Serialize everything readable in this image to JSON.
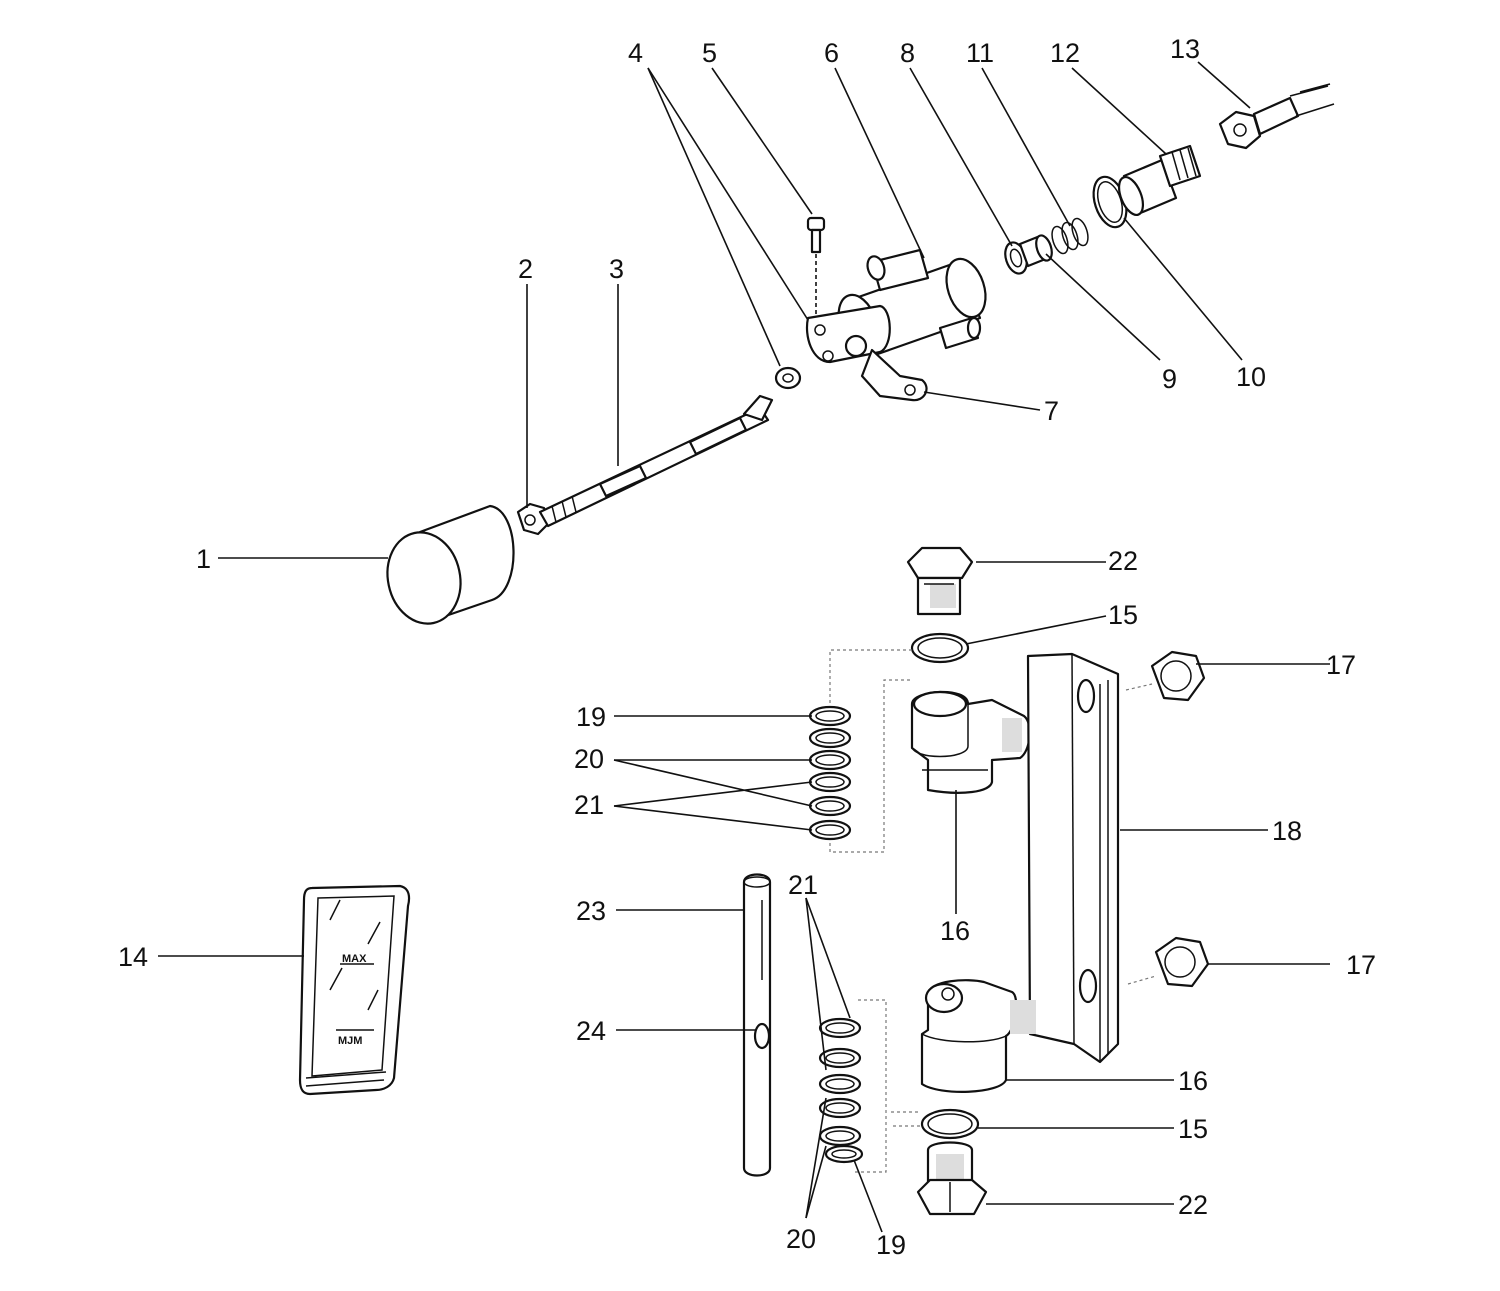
{
  "labels": {
    "p1": "1",
    "p2": "2",
    "p3": "3",
    "p4": "4",
    "p5": "5",
    "p6": "6",
    "p7": "7",
    "p8": "8",
    "p9": "9",
    "p10": "10",
    "p11": "11",
    "p12": "12",
    "p13": "13",
    "p14": "14",
    "p15a": "15",
    "p15b": "15",
    "p16a": "16",
    "p16b": "16",
    "p17a": "17",
    "p17b": "17",
    "p18": "18",
    "p19a": "19",
    "p19b": "19",
    "p20a": "20",
    "p20b": "20",
    "p21a": "21",
    "p21b": "21",
    "p22a": "22",
    "p22b": "22",
    "p23": "23",
    "p24": "24"
  },
  "manual_text": {
    "line1": "MAX",
    "line2": "MJM"
  }
}
